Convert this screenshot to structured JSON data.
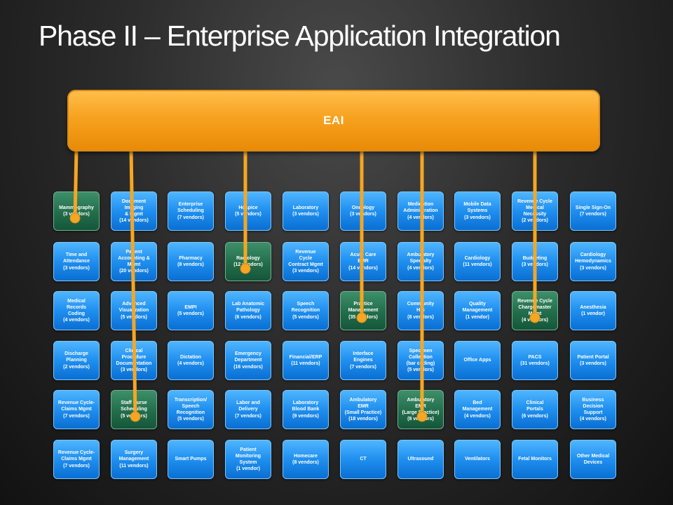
{
  "title": "Phase II – Enterprise Application Integration",
  "eai_label": "EAI",
  "colors": {
    "blue_box": "#1f8fef",
    "green_box": "#226d4b",
    "eai_bar": "#f7a21f",
    "connector": "#f5a623"
  },
  "grid": [
    [
      {
        "text": "Mammography\n(3 vendors)",
        "green": true
      },
      {
        "text": "Document\nImaging\n& Mgmt\n(14 vendors)"
      },
      {
        "text": "Enterprise\nScheduling\n(7 vendors)"
      },
      {
        "text": "Hospice\n(5 vendors)"
      },
      {
        "text": "Laboratory\n(3 vendors)"
      },
      {
        "text": "Oncology\n(3 vendors)"
      },
      {
        "text": "Medication\nAdministration\n(4 vendors)"
      },
      {
        "text": "Mobile Data\nSystems\n(3 vendors)"
      },
      {
        "text": "Revenue Cycle\nMedical\nNecessity\n(2 vendors)"
      },
      {
        "text": "Single Sign-On\n(7 vendors)"
      }
    ],
    [
      {
        "text": "Time and\nAttendance\n(3 vendors)"
      },
      {
        "text": "Patient\nAccounting &\nMgmt\n(20 vendors)"
      },
      {
        "text": "Pharmacy\n(8 vendors)"
      },
      {
        "text": "Radiology\n(12 vendors)",
        "green": true
      },
      {
        "text": "Revenue\nCycle\nContract Mgmt\n(3 vendors)"
      },
      {
        "text": "Acute Care\nEMR\n(14 vendors)"
      },
      {
        "text": "Ambulatory\nSpecialty\n(4 vendors)"
      },
      {
        "text": "Cardiology\n(11 vendors)"
      },
      {
        "text": "Budgeting\n(3 vendors)"
      },
      {
        "text": "Cardiology\nHemodynamics\n(3 vendors)"
      }
    ],
    [
      {
        "text": "Medical\nRecords\nCoding\n(4 vendors)"
      },
      {
        "text": "Advanced\nVisualization\n(5 vendors)"
      },
      {
        "text": "EMPI\n(5 vendors)"
      },
      {
        "text": "Lab Anatomic\nPathology\n(6 vendors)"
      },
      {
        "text": "Speech\nRecognition\n(5 vendors)"
      },
      {
        "text": "Practice\nManagement\n(35 vendors)",
        "green": true
      },
      {
        "text": "Community\nHIS\n(8 vendors)"
      },
      {
        "text": "Quality\nManagement\n(1 vendor)"
      },
      {
        "text": "Revenue Cycle\nChargemaster\nMgmt\n(4 vendors)",
        "green": true
      },
      {
        "text": "Anesthesia\n(1 vendor)"
      }
    ],
    [
      {
        "text": "Discharge\nPlanning\n(2 vendors)"
      },
      {
        "text": "Clinical\nProcedure\nDocumentation\n(3 vendors)"
      },
      {
        "text": "Dictation\n(4 vendors)"
      },
      {
        "text": "Emergency\nDepartment\n(16 vendors)"
      },
      {
        "text": "Financial/ERP\n(11 vendors)"
      },
      {
        "text": "Interface\nEngines\n(7 vendors)"
      },
      {
        "text": "Specimen\nCollection\n(bar coding)\n(5 vendors)"
      },
      {
        "text": "Office Apps"
      },
      {
        "text": "PACS\n(31 vendors)"
      },
      {
        "text": "Patient Portal\n(3 vendors)"
      }
    ],
    [
      {
        "text": "Revenue Cycle-\nClaims Mgmt\n(7 vendors)"
      },
      {
        "text": "Staff Nurse\nScheduling\n(5 vendors)",
        "green": true
      },
      {
        "text": "Transcription/\nSpeech\nRecognition\n(5 vendors)"
      },
      {
        "text": "Labor and\nDelivery\n(7 vendors)"
      },
      {
        "text": "Laboratory\nBlood Bank\n(9 vendors)"
      },
      {
        "text": "Ambulatory\nEMR\n(Small Practice)\n(18 vendors)"
      },
      {
        "text": "Ambulatory\nEMR\n(Large Practice)\n(8 vendors)",
        "green": true
      },
      {
        "text": "Bed\nManagement\n(4 vendors)"
      },
      {
        "text": "Clinical\nPortals\n(6 vendors)"
      },
      {
        "text": "Business\nDecision\nSupport\n(4 vendors)"
      }
    ],
    [
      {
        "text": "Revenue Cycle-\nClaims Mgmt\n(7 vendors)"
      },
      {
        "text": "Surgery\nManagement\n(11 vendors)"
      },
      {
        "text": "Smart Pumps"
      },
      {
        "text": "Patient\nMonitoring\nSystem\n(1 vendor)"
      },
      {
        "text": "Homecare\n(8 vendors)"
      },
      {
        "text": "CT"
      },
      {
        "text": "Ultrasound"
      },
      {
        "text": "Ventilators"
      },
      {
        "text": "Fetal Monitors"
      },
      {
        "text": "Other Medical\nDevices"
      }
    ]
  ],
  "connections": [
    {
      "row": 0,
      "col": 0
    },
    {
      "row": 4,
      "col": 1
    },
    {
      "row": 1,
      "col": 3
    },
    {
      "row": 2,
      "col": 5
    },
    {
      "row": 4,
      "col": 6
    },
    {
      "row": 2,
      "col": 8
    }
  ]
}
